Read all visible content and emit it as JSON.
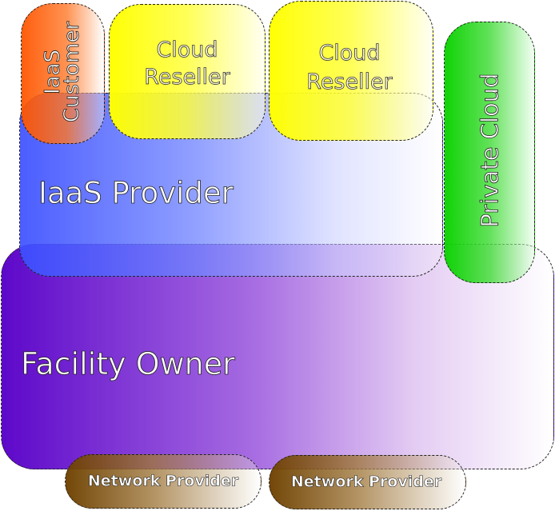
{
  "diagram": {
    "nodes": {
      "facility_owner": {
        "label": "Facility Owner",
        "color": "#5a00c8"
      },
      "iaas_provider": {
        "label": "IaaS Provider",
        "color": "#3c50ff"
      },
      "iaas_customer": {
        "label_lines": [
          "IaaS",
          "Customer"
        ],
        "color": "#ff5500"
      },
      "cloud_reseller_1": {
        "label_lines": [
          "Cloud",
          "Reseller"
        ],
        "color": "#ffff00"
      },
      "cloud_reseller_2": {
        "label_lines": [
          "Cloud",
          "Reseller"
        ],
        "color": "#ffff00"
      },
      "private_cloud": {
        "label": "Private Cloud",
        "color": "#0ad200"
      },
      "network_provider_1": {
        "label": "Network Provider",
        "color": "#6e4100"
      },
      "network_provider_2": {
        "label": "Network Provider",
        "color": "#6e4100"
      }
    }
  }
}
